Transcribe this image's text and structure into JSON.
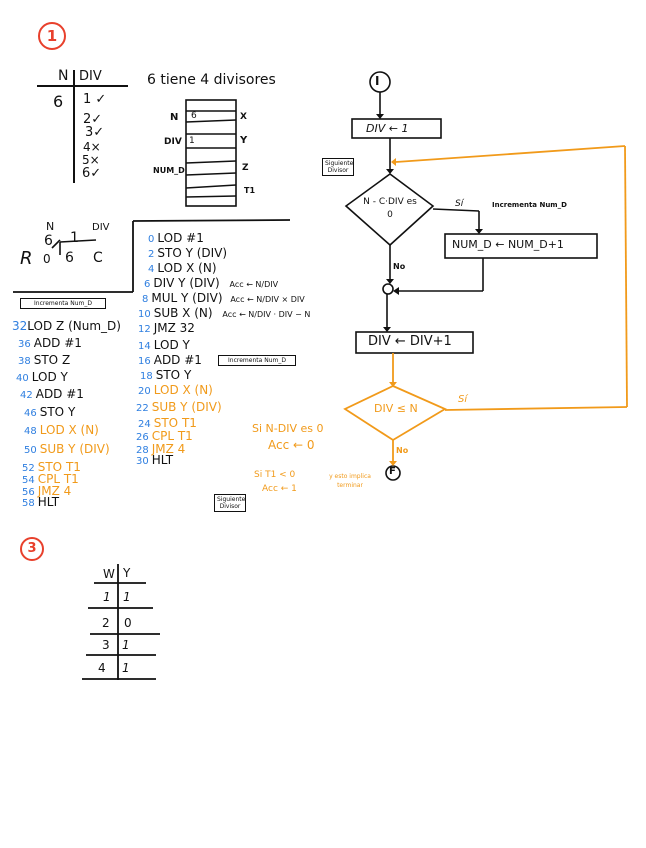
{
  "section1": {
    "number": "1",
    "div_table": {
      "headers": [
        "N",
        "DIV"
      ],
      "n_value": "6",
      "rows": [
        {
          "div": "1",
          "mark": "✓"
        },
        {
          "div": "2",
          "mark": "✓"
        },
        {
          "div": "3",
          "mark": "✓"
        },
        {
          "div": "4",
          "mark": "×"
        },
        {
          "div": "5",
          "mark": "×"
        },
        {
          "div": "6",
          "mark": "✓"
        }
      ]
    },
    "memory_title": "6 tiene 4 divisores",
    "memory": {
      "left_labels": [
        "N",
        "DIV",
        "NUM_D"
      ],
      "cell_values": [
        "6",
        "1"
      ],
      "right_labels": [
        "X",
        "Y",
        "Z",
        "T1"
      ]
    },
    "division": {
      "dividend_label": "N",
      "divisor_label": "DIV",
      "dividend": "6",
      "divisor": "1",
      "remainder_label": "R",
      "remainder": "0",
      "quotient": "6",
      "quotient_label": "C"
    },
    "note_incrementa": "Incrementa Num_D",
    "note_siguiente": "Siguiente Divisor",
    "program_main": [
      {
        "addr": "0",
        "instr": "LOD #1",
        "color": "black"
      },
      {
        "addr": "2",
        "instr": "STO  Y (DIV)",
        "color": "black"
      },
      {
        "addr": "4",
        "instr": "LOD   X (N)",
        "color": "black"
      },
      {
        "addr": "6",
        "instr": "DIV  Y (DIV)",
        "color": "black",
        "comment": "Acc ← N/DIV"
      },
      {
        "addr": "8",
        "instr": "MUL  Y (DIV)",
        "color": "black",
        "comment": "Acc ← N/DIV × DIV"
      },
      {
        "addr": "10",
        "instr": "SUB  X (N)",
        "color": "black",
        "comment": "Acc ← N/DIV · DIV − N"
      },
      {
        "addr": "12",
        "instr": "JMZ 32",
        "color": "black"
      },
      {
        "addr": "14",
        "instr": "LOD  Y",
        "color": "black"
      },
      {
        "addr": "16",
        "instr": "ADD #1",
        "color": "black"
      },
      {
        "addr": "18",
        "instr": "STO Y",
        "color": "black"
      },
      {
        "addr": "20",
        "instr": "LOD X (N)",
        "color": "orange"
      },
      {
        "addr": "22",
        "instr": "SUB  Y (DIV)",
        "color": "orange"
      },
      {
        "addr": "24",
        "instr": "STO  T1",
        "color": "orange"
      },
      {
        "addr": "26",
        "instr": "CPL  T1",
        "color": "orange"
      },
      {
        "addr": "28",
        "instr": "JMZ 4",
        "color": "orange"
      },
      {
        "addr": "30",
        "instr": "HLT",
        "color": "black"
      }
    ],
    "program_sub": [
      {
        "addr": "32",
        "instr": "LOD Z (Num_D)",
        "color": "black"
      },
      {
        "addr": "36",
        "instr": "ADD #1",
        "color": "black"
      },
      {
        "addr": "38",
        "instr": "STO Z",
        "color": "black"
      },
      {
        "addr": "40",
        "instr": "LOD  Y",
        "color": "black"
      },
      {
        "addr": "42",
        "instr": "ADD #1",
        "color": "black"
      },
      {
        "addr": "46",
        "instr": "STO Y",
        "color": "black"
      },
      {
        "addr": "48",
        "instr": "LOD X (N)",
        "color": "orange"
      },
      {
        "addr": "50",
        "instr": "SUB  Y (DIV)",
        "color": "orange"
      },
      {
        "addr": "52",
        "instr": "STO  T1",
        "color": "orange"
      },
      {
        "addr": "54",
        "instr": "CPL  T1",
        "color": "orange"
      },
      {
        "addr": "56",
        "instr": "JMZ 4",
        "color": "orange"
      },
      {
        "addr": "58",
        "instr": "HLT",
        "color": "black"
      }
    ],
    "orange_notes": {
      "zero_cond": "Si N-DIV es 0",
      "zero_acc": "Acc ← 0",
      "neg_cond": "Si T1 < 0",
      "neg_acc": "Acc ← 1",
      "neg_result": "y esto implica terminar"
    }
  },
  "flowchart": {
    "start": "I",
    "init": "DIV ← 1",
    "decision1": "N - C·DIV es 0",
    "yes1": "Sí",
    "no1": "No",
    "increment_note": "Incrementa Num_D",
    "increment": "NUM_D ← NUM_D+1",
    "step": "DIV ← DIV+1",
    "decision2": "DIV ≤ N",
    "yes2": "Sí",
    "no2": "No",
    "end": "F"
  },
  "section3": {
    "number": "3",
    "table": {
      "headers": [
        "W",
        "Y"
      ],
      "rows": [
        [
          "1",
          "1"
        ],
        [
          "2",
          "0"
        ],
        [
          "3",
          "1"
        ],
        [
          "4",
          "1"
        ]
      ]
    }
  },
  "colors": {
    "ink": "#111111",
    "blue": "#2f7fe0",
    "orange": "#f19a1a",
    "red": "#e8402c"
  }
}
